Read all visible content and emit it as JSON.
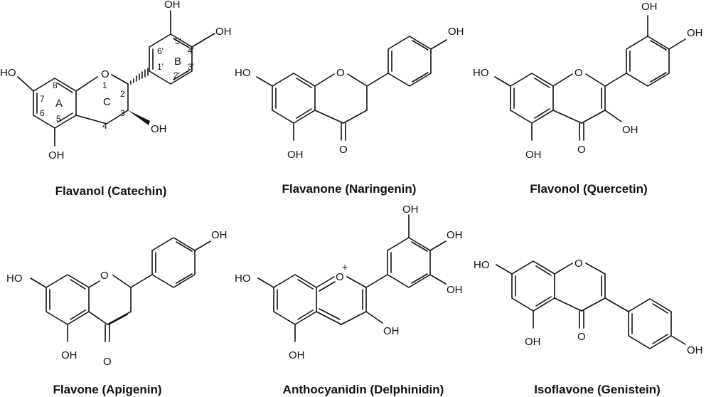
{
  "structures": [
    {
      "key": "catechin",
      "title": "Flavanol (Catechin)",
      "atoms": [
        "HO",
        "O",
        "OH",
        "OH",
        "OH",
        "OH"
      ],
      "position_numbers": [
        "8",
        "7",
        "6",
        "5",
        "4",
        "3",
        "2",
        "1",
        "1'",
        "2'",
        "3'",
        "4'",
        "5'",
        "6'"
      ],
      "ring_letters": [
        "A",
        "B",
        "C"
      ]
    },
    {
      "key": "naringenin",
      "title": "Flavanone (Naringenin)",
      "atoms": [
        "HO",
        "O",
        "OH",
        "O",
        "OH"
      ]
    },
    {
      "key": "quercetin",
      "title": "Flavonol (Quercetin)",
      "atoms": [
        "HO",
        "O",
        "OH",
        "O",
        "OH",
        "OH",
        "OH"
      ]
    },
    {
      "key": "apigenin",
      "title": "Flavone (Apigenin)",
      "atoms": [
        "HO",
        "O",
        "OH",
        "O",
        "OH"
      ]
    },
    {
      "key": "delphinidin",
      "title": "Anthocyanidin (Delphinidin)",
      "atoms": [
        "HO",
        "O",
        "+",
        "OH",
        "OH",
        "OH",
        "OH",
        "OH"
      ]
    },
    {
      "key": "genistein",
      "title": "Isoflavone (Genistein)",
      "atoms": [
        "HO",
        "O",
        "OH",
        "O",
        "OH"
      ]
    }
  ]
}
